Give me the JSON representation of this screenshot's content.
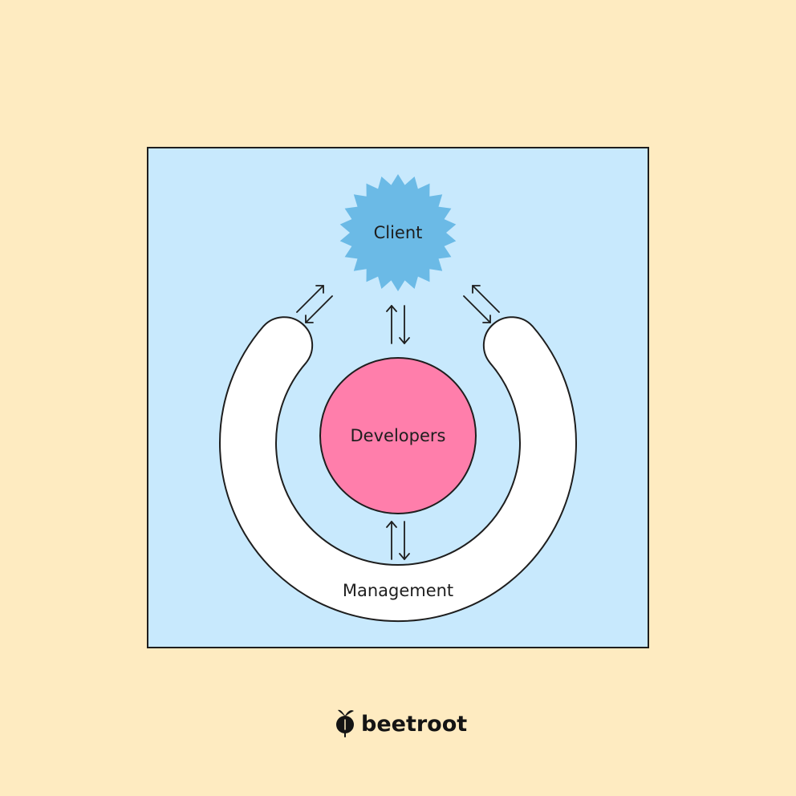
{
  "diagram": {
    "nodes": {
      "client": "Client",
      "developers": "Developers",
      "management": "Management"
    },
    "edges": [
      {
        "from": "client",
        "to": "management",
        "direction": "bidirectional"
      },
      {
        "from": "client",
        "to": "management",
        "direction": "bidirectional"
      },
      {
        "from": "client",
        "to": "developers",
        "direction": "bidirectional"
      },
      {
        "from": "developers",
        "to": "management",
        "direction": "bidirectional"
      }
    ]
  },
  "brand": {
    "name": "beetroot",
    "icon": "beetroot-logo-icon"
  },
  "colors": {
    "page_background": "#FEEBC1",
    "panel_background": "#C8E9FD",
    "client": "#6BBAE6",
    "developers": "#FF7EAB",
    "management": "#FFFFFF",
    "stroke": "#1E1E1E"
  }
}
